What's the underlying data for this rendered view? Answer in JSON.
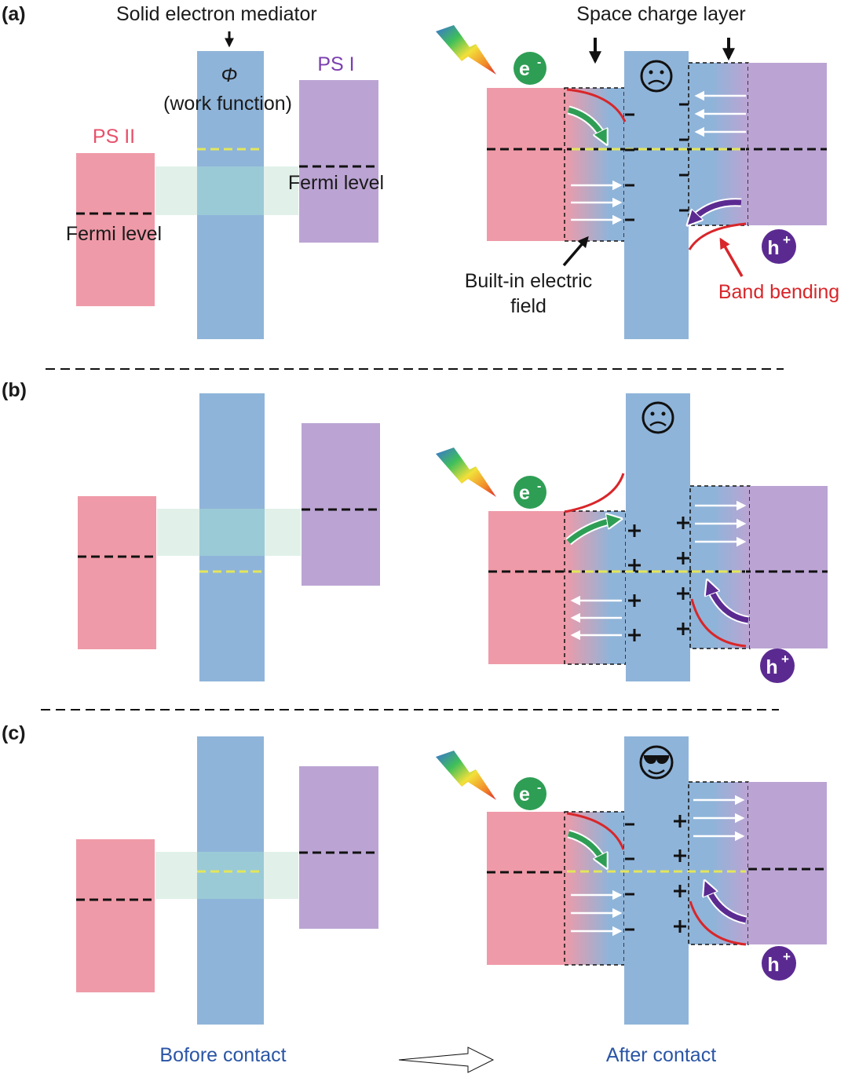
{
  "colors": {
    "ps2": "#ef9aa8",
    "mediator": "#8fb4d9",
    "ps1": "#bba4d3",
    "contact_overlap": "#dcefe5",
    "yellow_dash": "#e3e65a",
    "red": "#d8262a",
    "green": "#2f9e55",
    "purple": "#5b2a91",
    "label_blue": "#2a55a5",
    "ps2_label": "#e8506a",
    "ps1_label": "#7b3fb0"
  },
  "labels": {
    "panel_a": "(a)",
    "panel_b": "(b)",
    "panel_c": "(c)",
    "solid_electron_mediator": "Solid electron mediator",
    "phi_symbol": "Φ",
    "work_function": "(work function)",
    "ps1": "PS I",
    "ps2": "PS II",
    "fermi_level_left": "Fermi level",
    "fermi_level_right": "Fermi level",
    "space_charge_layer": "Space charge layer",
    "electron": "e",
    "electron_sup": "-",
    "hole": "h",
    "hole_sup": "+",
    "built_in_line1": "Built-in electric",
    "built_in_line2": "field",
    "band_bending": "Band bending",
    "before_contact": "Bofore contact",
    "after_contact": "After contact"
  },
  "faces": {
    "a": "sad",
    "b": "sad",
    "c": "cool"
  },
  "icons": [
    "lightning-icon",
    "sad-face-icon",
    "cool-face-icon",
    "down-arrow-icon",
    "transition-arrow-icon"
  ]
}
